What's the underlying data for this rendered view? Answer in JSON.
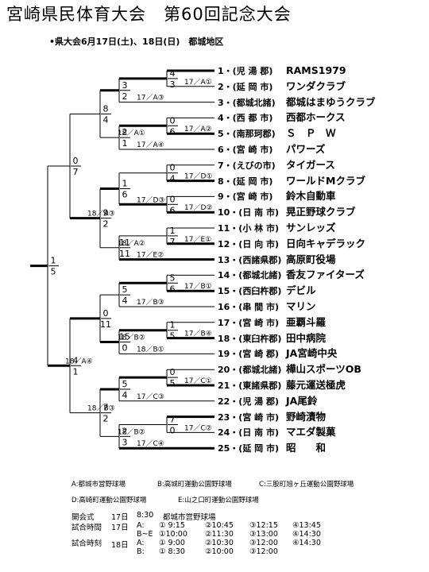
{
  "title": "宮崎県民体育大会　第60回記念大会",
  "subtitle": "•県大会6月17日(土)、18日(日)　都城地区",
  "teams": [
    {
      "no": "1",
      "place": "(児 湯 郡)",
      "name": "RAMS1979"
    },
    {
      "no": "2",
      "place": "(延 岡 市)",
      "name": "ワンダクラブ"
    },
    {
      "no": "3",
      "place": "(都城北諸)",
      "name": "都城はまゆうクラブ"
    },
    {
      "no": "4",
      "place": "(西 都 市)",
      "name": "西都ホークス"
    },
    {
      "no": "5",
      "place": "(南那珂郡)",
      "name": "Ｓ　Ｐ　Ｗ"
    },
    {
      "no": "6",
      "place": "(宮 崎 市)",
      "name": "パワーズ"
    },
    {
      "no": "7",
      "place": "(えびの市)",
      "name": "タイガース"
    },
    {
      "no": "8",
      "place": "(延 岡 市)",
      "name": "ワールドMクラブ"
    },
    {
      "no": "9",
      "place": "(宮 崎 市)",
      "name": "鈴木自動車"
    },
    {
      "no": "10",
      "place": "(日 南 市)",
      "name": "晃正野球クラブ"
    },
    {
      "no": "11",
      "place": "(小 林 市)",
      "name": "サンレッズ"
    },
    {
      "no": "12",
      "place": "(日 向 市)",
      "name": "日向キャデラック"
    },
    {
      "no": "13",
      "place": "(西諸県郡)",
      "name": "高原町役場"
    },
    {
      "no": "14",
      "place": "(都城北諸)",
      "name": "香友ファイターズ"
    },
    {
      "no": "15",
      "place": "(西臼杵郡)",
      "name": "デビル"
    },
    {
      "no": "16",
      "place": "(串 間 市)",
      "name": "マリン"
    },
    {
      "no": "17",
      "place": "(宮 崎 市)",
      "name": "亜覇斗羅"
    },
    {
      "no": "18",
      "place": "(東臼杵郡)",
      "name": "田中病院"
    },
    {
      "no": "19",
      "place": "(宮 崎 郡)",
      "name": "JA宮崎中央"
    },
    {
      "no": "20",
      "place": "(都城北諸)",
      "name": "樺山スポーツOB"
    },
    {
      "no": "21",
      "place": "(東諸県郡)",
      "name": "藤元運送極虎"
    },
    {
      "no": "22",
      "place": "(児 湯 郡)",
      "name": "JA尾鈴"
    },
    {
      "no": "23",
      "place": "(宮 崎 市)",
      "name": "野崎漬物"
    },
    {
      "no": "24",
      "place": "(日 南 市)",
      "name": "マエダ製菓"
    },
    {
      "no": "25",
      "place": "(延 岡 市)",
      "name": "昭　　和"
    }
  ],
  "matches": [
    {
      "id": "r1a",
      "label": "17／A①",
      "s1": "4",
      "s2": "3"
    },
    {
      "id": "r1b",
      "label": "17／A②",
      "s1": "0",
      "s2": "6"
    },
    {
      "id": "r1c",
      "label": "17／D①",
      "s1": "0",
      "s2": "4"
    },
    {
      "id": "r1d",
      "label": "17／D②",
      "s1": "0",
      "s2": "6"
    },
    {
      "id": "r1e",
      "label": "17／E①",
      "s1": "1",
      "s2": "7"
    },
    {
      "id": "r1f",
      "label": "17／B①",
      "s1": "5",
      "s2": "6"
    },
    {
      "id": "r1g",
      "label": "17／B④",
      "s1": "1",
      "s2": "5"
    },
    {
      "id": "r1h",
      "label": "17／C①",
      "s1": "0",
      "s2": "5"
    },
    {
      "id": "r1i",
      "label": "17／C②",
      "s1": "7",
      "s2": "0"
    },
    {
      "id": "r2a",
      "label": "17／A③",
      "s1": "3",
      "s2": "2"
    },
    {
      "id": "r2b",
      "label": "17／A④",
      "s1": "2",
      "s2": "1"
    },
    {
      "id": "r2c",
      "label": "17／D③",
      "s1": "1",
      "s2": "6"
    },
    {
      "id": "r2d",
      "label": "17／E②",
      "s1": "11",
      "s2": "11"
    },
    {
      "id": "r2e",
      "label": "17／B③",
      "s1": "5",
      "s2": "4"
    },
    {
      "id": "r2f",
      "label": "18／B①",
      "s1": "15",
      "s2": "0"
    },
    {
      "id": "r2g",
      "label": "17／C③",
      "s1": "5",
      "s2": "4"
    },
    {
      "id": "r2h",
      "label": "17／C④",
      "s1": "2",
      "s2": "3"
    },
    {
      "id": "r3a",
      "label": "18／A①",
      "s1": "8",
      "s2": "4"
    },
    {
      "id": "r3b",
      "label": "18／A②",
      "s1": "9",
      "s2": "2"
    },
    {
      "id": "r3c",
      "label": "18／B②",
      "s1": "0",
      "s2": "11"
    },
    {
      "id": "r3d",
      "label": "18／B②",
      "s1": "7",
      "s2": "2"
    },
    {
      "id": "r4a",
      "label": "18／A③",
      "s1": "0",
      "s2": "7"
    },
    {
      "id": "r4b",
      "label": "18／B③",
      "s1": "4",
      "s2": "1"
    },
    {
      "id": "final",
      "label": "18／A④",
      "s1": "1",
      "s2": "5"
    }
  ],
  "venues": {
    "a": "A:都城市営野球場",
    "b": "B:高城町運動公園野球場",
    "c": "C:三股町旭ヶ丘運動公園野球場",
    "d": "D:高崎町運動公園野球場",
    "e": "E:山之口町運動公園野球場"
  },
  "schedule": {
    "opening_label": "開会式",
    "opening_day": "17日",
    "opening_time": "8:30",
    "opening_place": "都城市営野球場",
    "match_times_label": "試合時間",
    "match_times_label2": "試合時刻",
    "rows": [
      {
        "day": "17日",
        "field": "A:",
        "t1": "① 9:15",
        "t2": "②10:45",
        "t3": "③12:15",
        "t4": "④13:45"
      },
      {
        "day": "",
        "field": "B~E",
        "t1": "①10:00",
        "t2": "②11:30",
        "t3": "③13:00",
        "t4": "④14:30"
      },
      {
        "day": "18日",
        "field": "A:",
        "t1": "① 9:00",
        "t2": "②10:30",
        "t3": "③12:00",
        "t4": "④14:30"
      },
      {
        "day": "",
        "field": "B:",
        "t1": "① 8:30",
        "t2": "②10:00",
        "t3": "③12:00",
        "t4": ""
      }
    ]
  }
}
